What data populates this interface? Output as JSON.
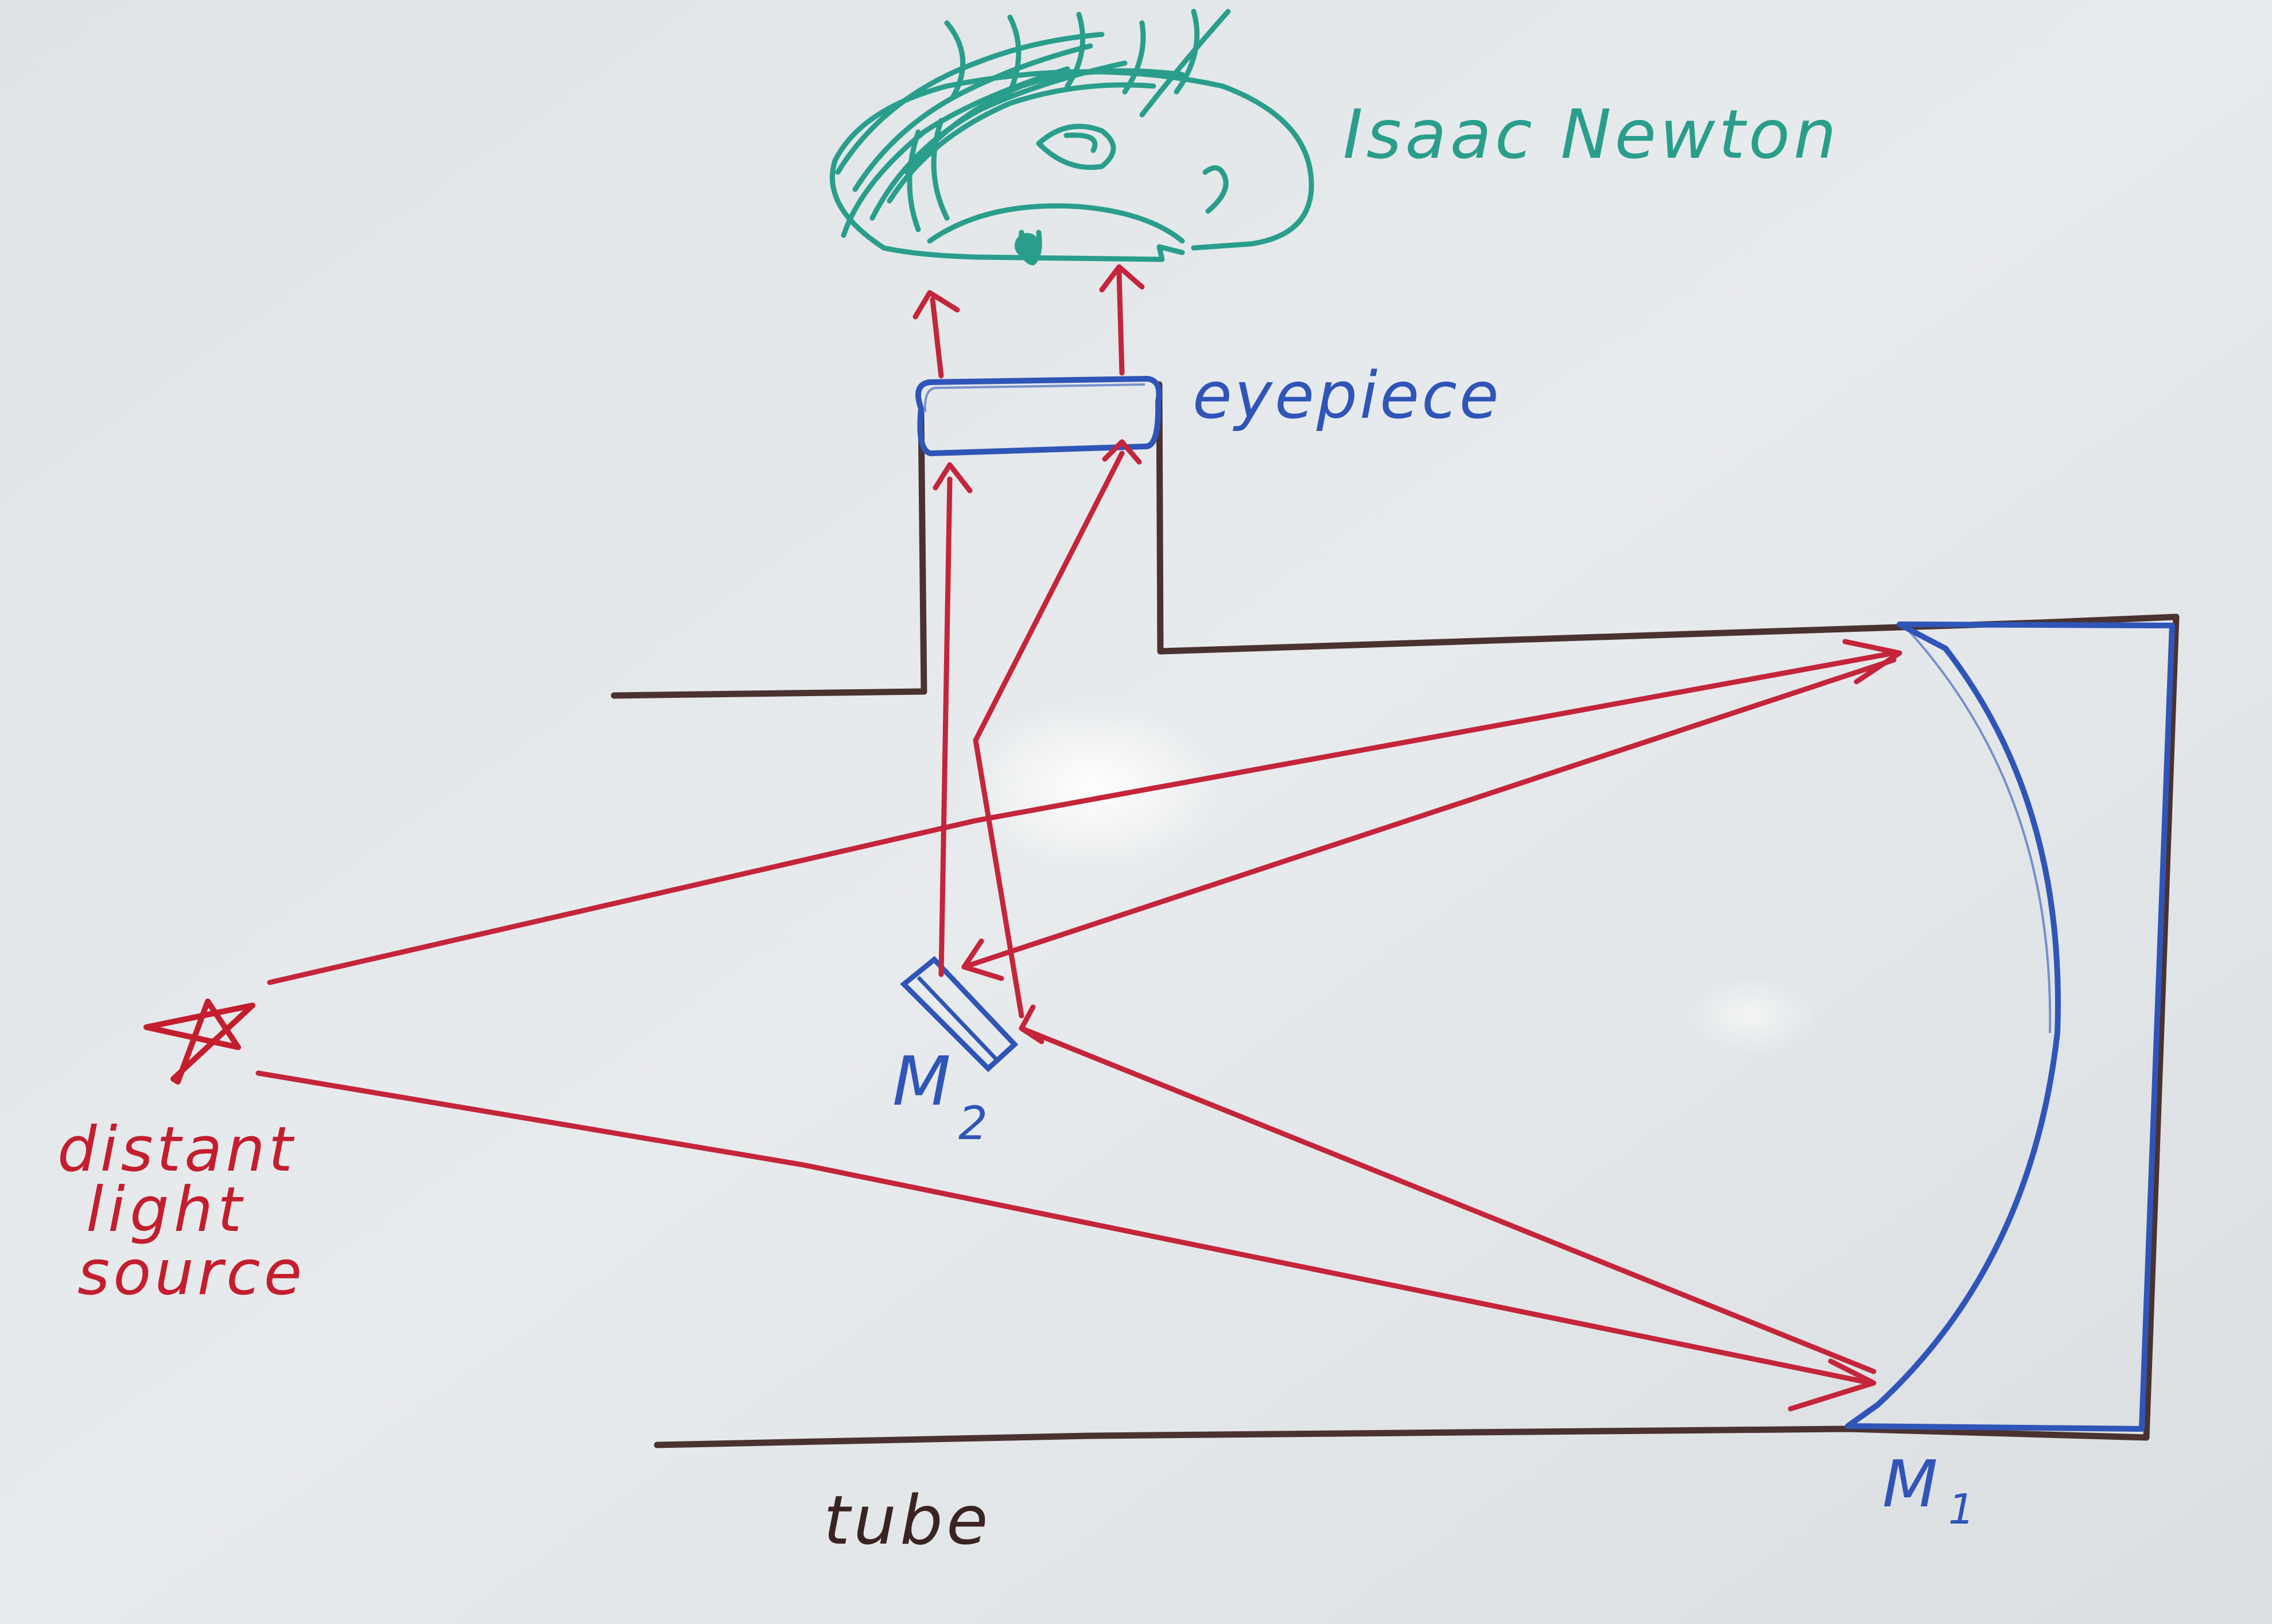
{
  "labels": {
    "person": "Isaac Newton",
    "eyepiece": "eyepiece",
    "secondary_mirror_letter": "M",
    "secondary_mirror_sub": "2",
    "primary_mirror_letter": "M",
    "primary_mirror_sub": "1",
    "source_line1": "distant",
    "source_line2": "light",
    "source_line3": "source",
    "tube": "tube"
  },
  "colors": {
    "board": "#e4e7ea",
    "ray": "#c4253b",
    "mirror": "#2f55b8",
    "tube": "#4a3230",
    "head": "#2a9e8c",
    "source_text": "#c41e2e"
  },
  "icons": {
    "source": "star-icon",
    "observer": "head-icon"
  }
}
